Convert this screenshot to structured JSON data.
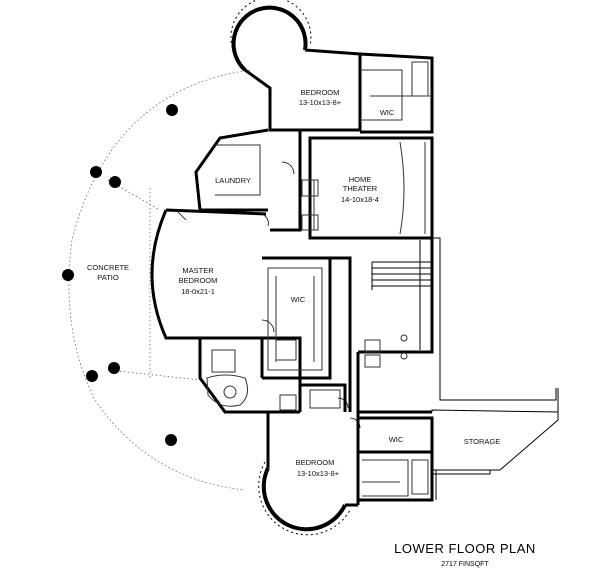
{
  "rooms": {
    "bedroom_top": {
      "name": "BEDROOM",
      "size": "13-10x13-8+"
    },
    "wic_top": {
      "name": "WIC"
    },
    "laundry": {
      "name": "LAUNDRY"
    },
    "home_theater": {
      "line1": "HOME",
      "line2": "THEATER",
      "size": "14-10x18-4"
    },
    "patio": {
      "line1": "CONCRETE",
      "line2": "PATIO"
    },
    "master_bedroom": {
      "line1": "MASTER",
      "line2": "BEDROOM",
      "size": "18-0x21-1"
    },
    "wic_master": {
      "name": "WIC"
    },
    "wic_bottom": {
      "name": "WIC"
    },
    "storage": {
      "name": "STORAGE"
    },
    "bedroom_bottom": {
      "name": "BEDROOM",
      "size": "13-10x13-8+"
    }
  },
  "title": "LOWER FLOOR PLAN",
  "subtitle": "2717 FINSQFT",
  "colors": {
    "wall": "#000000",
    "detail": "#333333",
    "background": "#ffffff"
  }
}
